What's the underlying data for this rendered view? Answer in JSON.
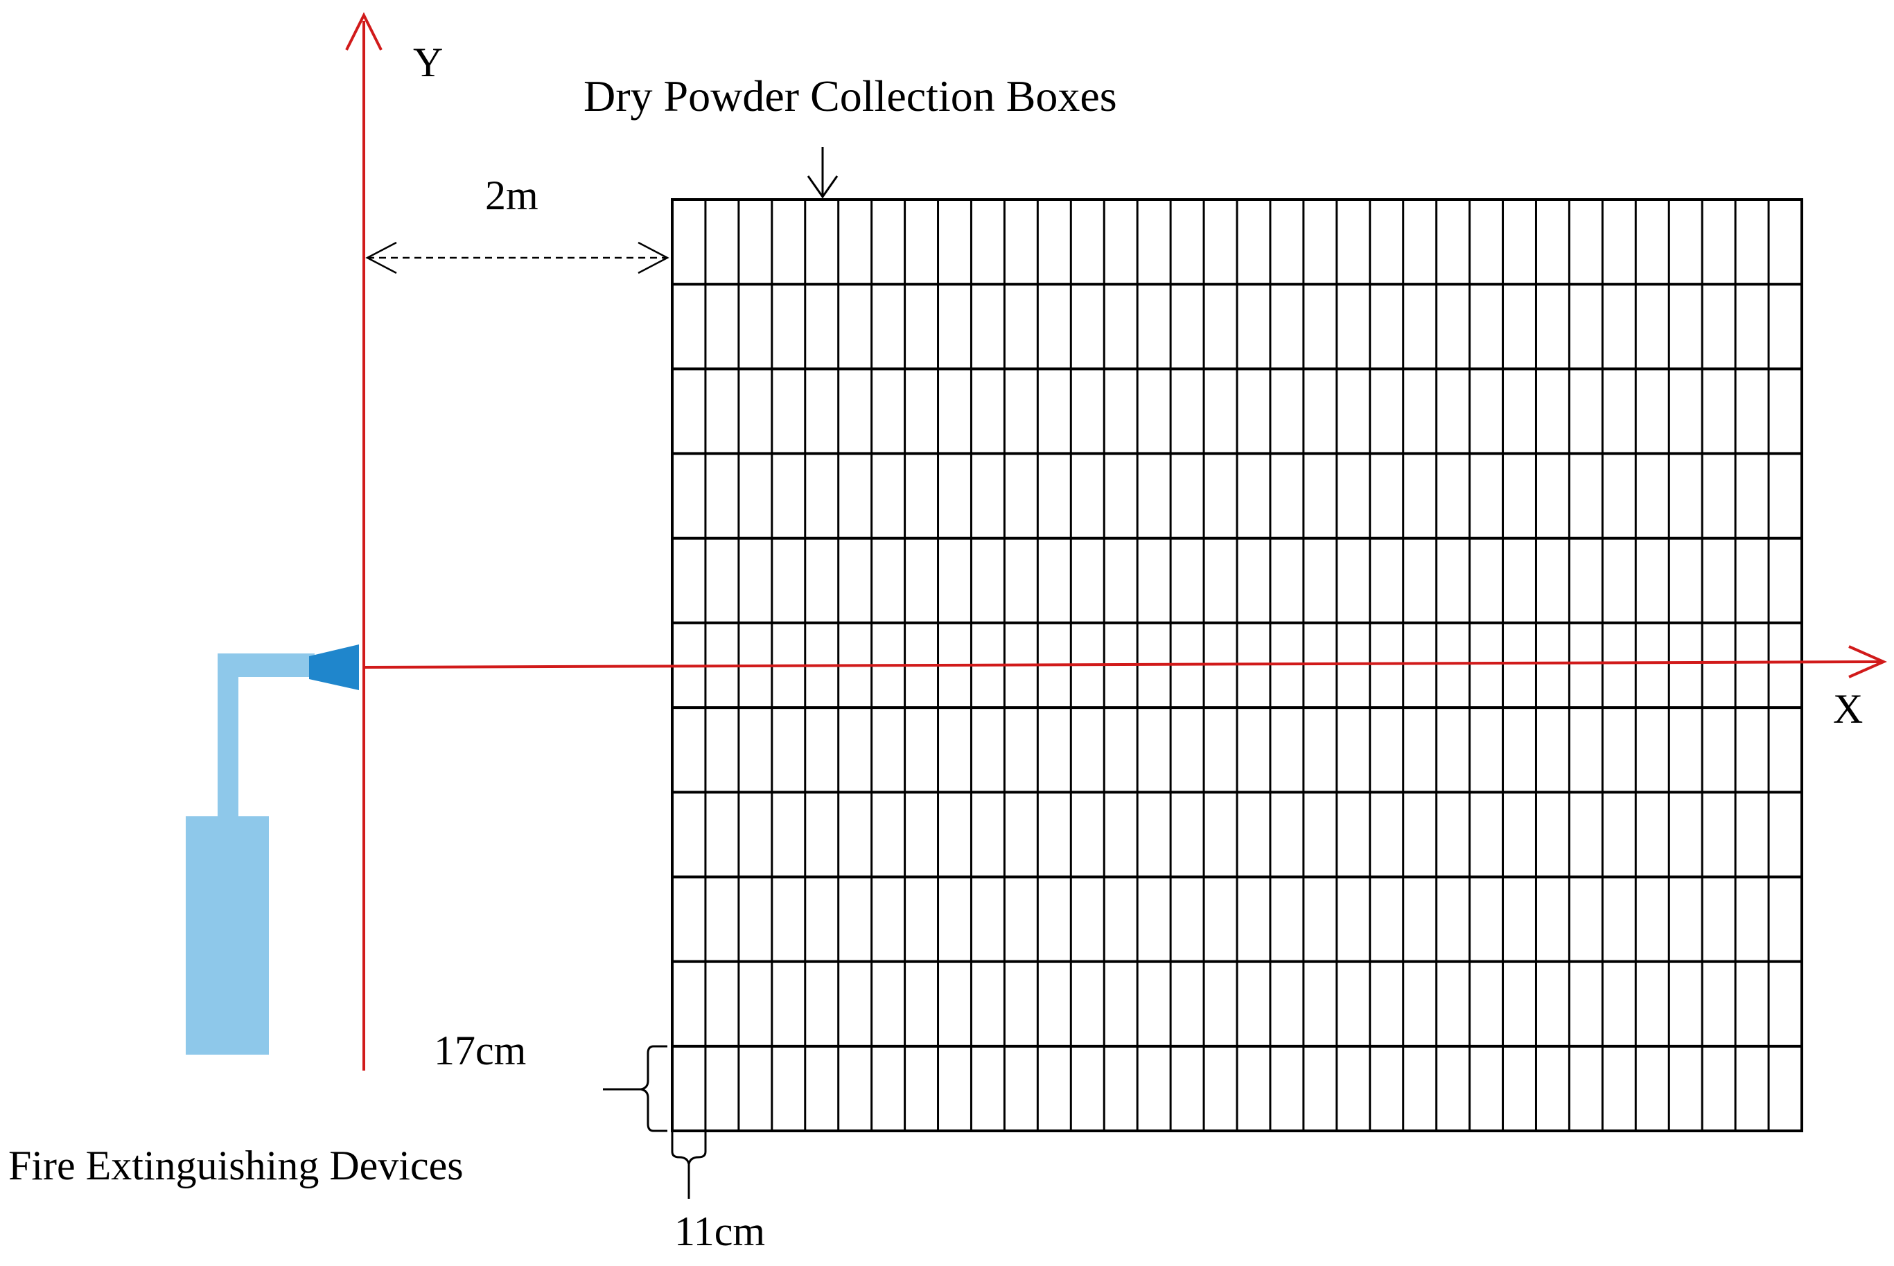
{
  "labels": {
    "y_axis": "Y",
    "x_axis": "X",
    "boxes_title": "Dry Powder Collection Boxes",
    "distance": "2m",
    "box_height": "17cm",
    "box_width": "11cm",
    "device": "Fire Extinguishing Devices"
  },
  "grid": {
    "columns": 34,
    "rows": 11
  },
  "colors": {
    "axis": "#d11a1a",
    "device_body": "#8ec8ea",
    "nozzle": "#1f86cc",
    "grid_line": "#000000"
  },
  "icons": {
    "device": "fire-extinguisher-icon",
    "nozzle": "nozzle-icon"
  }
}
